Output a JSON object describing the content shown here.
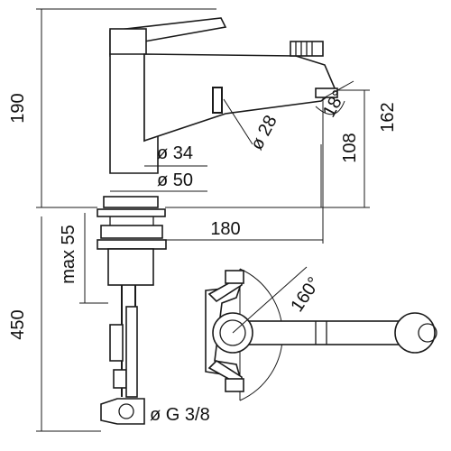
{
  "dimensions": {
    "height_total": "190",
    "height_spout": "162",
    "height_outlet": "108",
    "angle_spray": "18°",
    "diameter_spout": "ø 28",
    "diameter_body": "ø 34",
    "diameter_base": "ø 50",
    "reach": "180",
    "max_deck": "max 55",
    "hose_length": "450",
    "connection": "ø G 3/8",
    "swivel_angle": "160°"
  }
}
